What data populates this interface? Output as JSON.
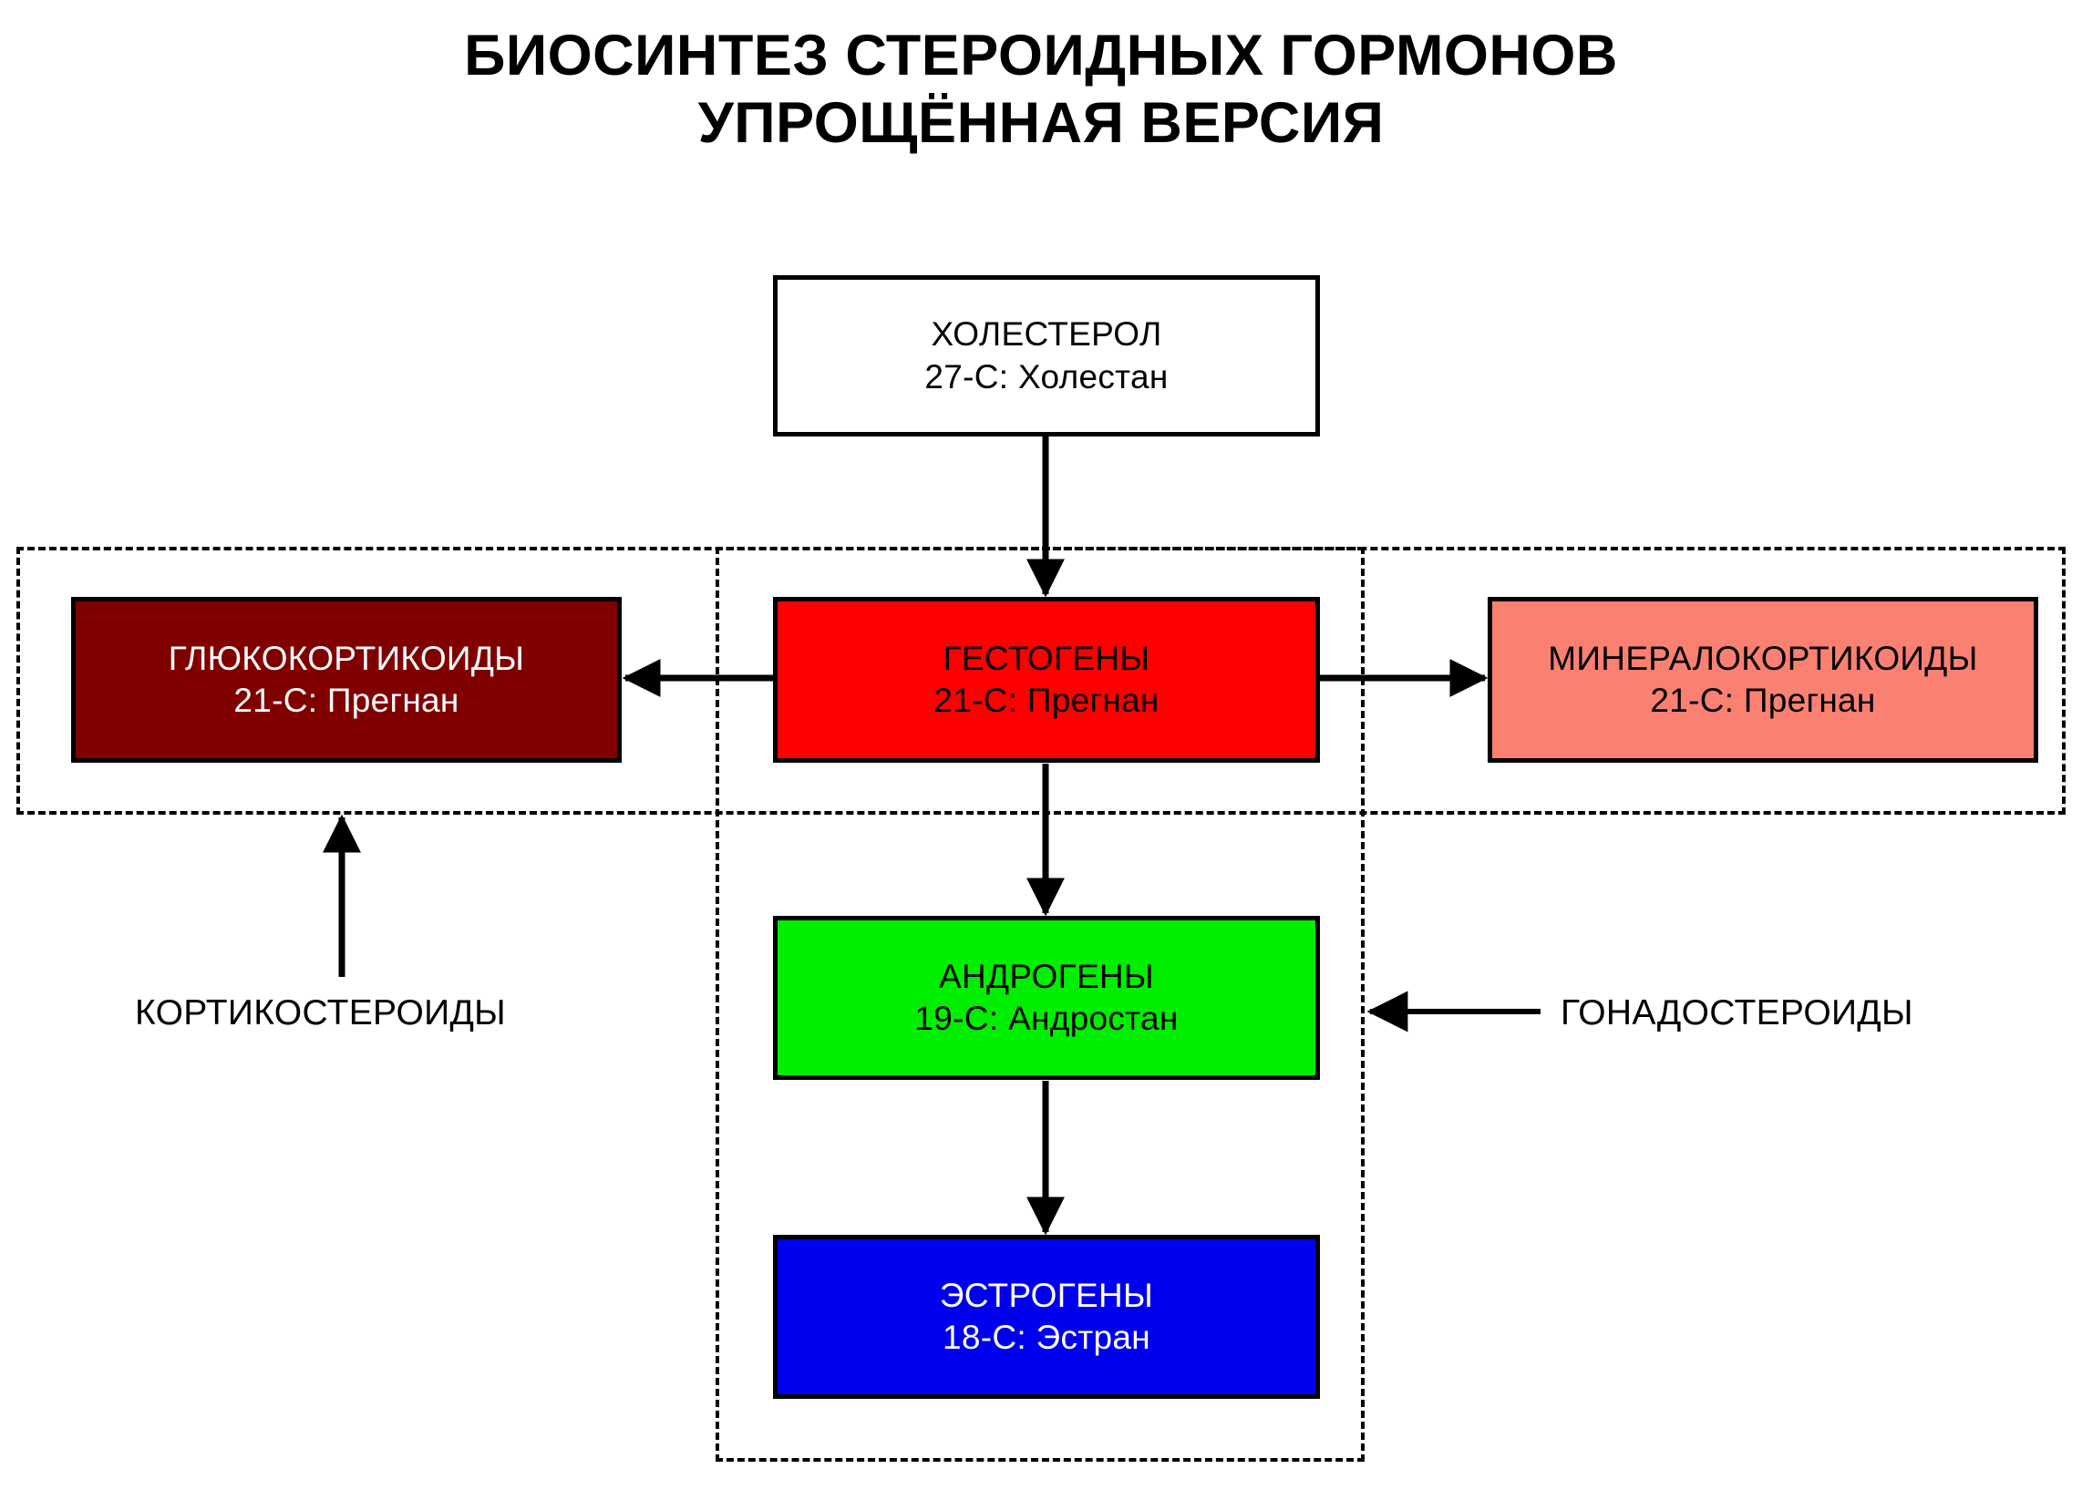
{
  "title": {
    "line1": "БИОСИНТЕЗ СТЕРОИДНЫХ ГОРМОНОВ",
    "line2": "УПРОЩЁННАЯ ВЕРСИЯ"
  },
  "nodes": {
    "cholesterol": {
      "name": "ХОЛЕСТЕРОЛ",
      "formula": "27-С: Холестан",
      "fill": "#ffffff",
      "text_color": "#000000"
    },
    "glucocorticoids": {
      "name": "ГЛЮКОКОРТИКОИДЫ",
      "formula": "21-С: Прегнан",
      "fill": "#800000",
      "text_color": "#ffffff"
    },
    "gestogens": {
      "name": "ГЕСТОГЕНЫ",
      "formula": "21-С: Прегнан",
      "fill": "#ff0000",
      "text_color": "#000000"
    },
    "mineralocorticoids": {
      "name": "МИНЕРАЛОКОРТИКОИДЫ",
      "formula": "21-С: Прегнан",
      "fill": "#fa8072",
      "text_color": "#000000"
    },
    "androgens": {
      "name": "АНДРОГЕНЫ",
      "formula": "19-С: Андростан",
      "fill": "#00ee00",
      "text_color": "#000000"
    },
    "estrogens": {
      "name": "ЭСТРОГЕНЫ",
      "formula": "18-С: Эстран",
      "fill": "#0000ee",
      "text_color": "#ffffff"
    }
  },
  "groups": {
    "corticosteroids_label": "КОРТИКОСТЕРОИДЫ",
    "gonadosteroids_label": "ГОНАДОСТЕРОИДЫ"
  },
  "edges": [
    {
      "from": "cholesterol",
      "to": "gestogens",
      "direction": "down"
    },
    {
      "from": "gestogens",
      "to": "glucocorticoids",
      "direction": "left"
    },
    {
      "from": "gestogens",
      "to": "mineralocorticoids",
      "direction": "right"
    },
    {
      "from": "gestogens",
      "to": "androgens",
      "direction": "down"
    },
    {
      "from": "androgens",
      "to": "estrogens",
      "direction": "down"
    },
    {
      "from": "corticosteroids_label",
      "to": "corticosteroid-group",
      "direction": "up"
    },
    {
      "from": "gonadosteroids_label",
      "to": "gonadosteroid-group",
      "direction": "left"
    }
  ],
  "colors": {
    "line": "#000000",
    "background": "#ffffff",
    "dashed_border": "#000000"
  }
}
